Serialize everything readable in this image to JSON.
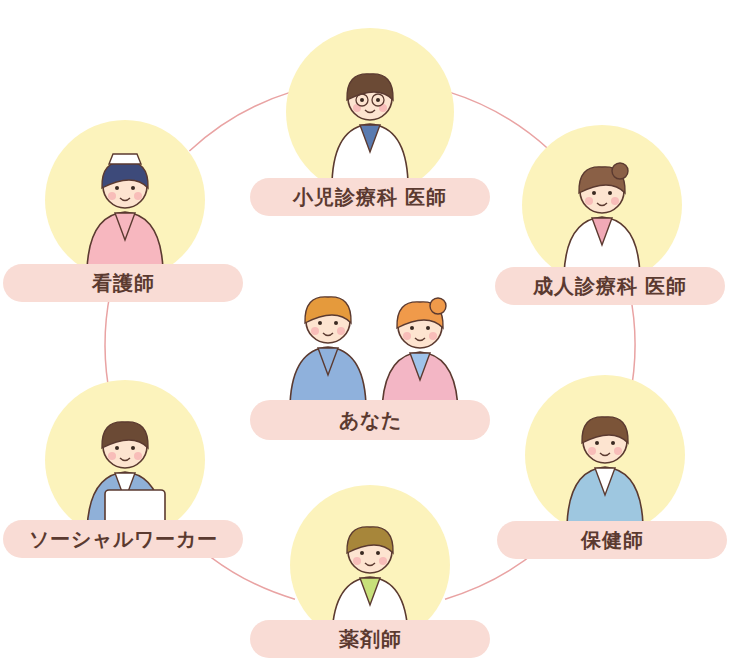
{
  "diagram": {
    "nodes": [
      {
        "text": [
          "小児診療科 医師"
        ]
      },
      {
        "text": [
          "成人診療科 医師"
        ]
      },
      {
        "text": [
          "保健師"
        ]
      },
      {
        "text": [
          "薬剤師"
        ]
      },
      {
        "text": [
          "ソーシャルワーカー"
        ]
      },
      {
        "text": [
          "看護師"
        ]
      },
      {
        "text": [
          "あなた"
        ]
      }
    ],
    "edges": [
      {
        "from": 0,
        "to": 1,
        "arrow": "none"
      },
      {
        "from": 1,
        "to": 2,
        "arrow": "none"
      },
      {
        "from": 2,
        "to": 3,
        "arrow": "none"
      },
      {
        "from": 3,
        "to": 4,
        "arrow": "none"
      },
      {
        "from": 4,
        "to": 5,
        "arrow": "none"
      },
      {
        "from": 5,
        "to": 0,
        "arrow": "none"
      }
    ]
  }
}
